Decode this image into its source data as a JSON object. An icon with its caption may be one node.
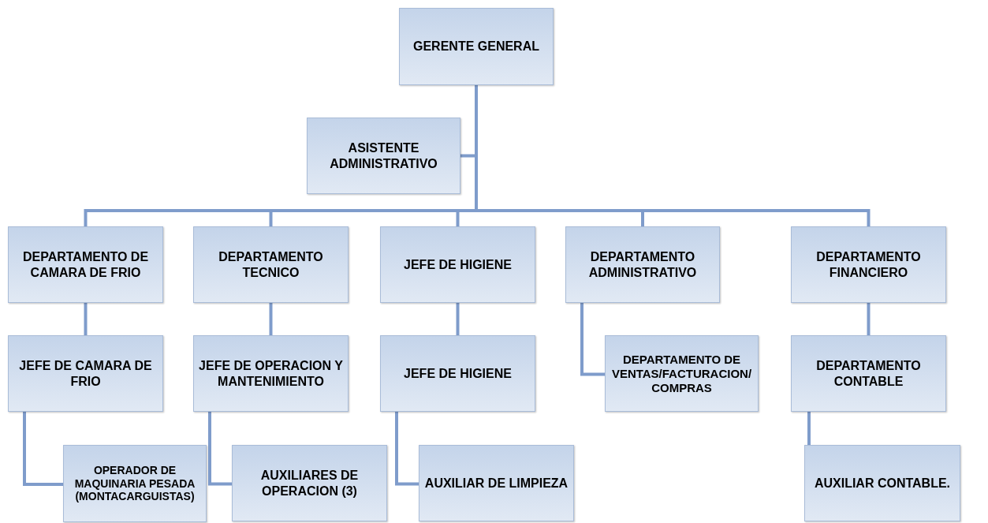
{
  "diagram": {
    "nodes": [
      {
        "text": [
          "GERENTE GENERAL"
        ]
      },
      {
        "text": [
          "ASISTENTE ADMINISTRATIVO"
        ]
      },
      {
        "text": [
          "DEPARTAMENTO DE CAMARA DE FRIO"
        ]
      },
      {
        "text": [
          "DEPARTAMENTO TECNICO"
        ]
      },
      {
        "text": [
          "JEFE DE HIGIENE"
        ]
      },
      {
        "text": [
          "DEPARTAMENTO ADMINISTRATIVO"
        ]
      },
      {
        "text": [
          "DEPARTAMENTO FINANCIERO"
        ]
      },
      {
        "text": [
          "JEFE DE CAMARA DE FRIO"
        ]
      },
      {
        "text": [
          "JEFE DE OPERACION Y MANTENIMIENTO"
        ]
      },
      {
        "text": [
          "JEFE DE HIGIENE"
        ]
      },
      {
        "text": [
          "DEPARTAMENTO DE VENTAS/FACTURACION/COMPRAS"
        ]
      },
      {
        "text": [
          "DEPARTAMENTO CONTABLE"
        ]
      },
      {
        "text": [
          "OPERADOR DE MAQUINARIA PESADA (MONTACARGUISTAS)"
        ]
      },
      {
        "text": [
          "AUXILIARES DE OPERACION (3)"
        ]
      },
      {
        "text": [
          "AUXILIAR DE LIMPIEZA"
        ]
      },
      {
        "text": [
          "AUXILIAR CONTABLE."
        ]
      }
    ],
    "edges": [
      {
        "from": 0,
        "to": 1,
        "arrow": "none"
      },
      {
        "from": 0,
        "to": 2,
        "arrow": "none"
      },
      {
        "from": 0,
        "to": 3,
        "arrow": "none"
      },
      {
        "from": 0,
        "to": 4,
        "arrow": "none"
      },
      {
        "from": 0,
        "to": 5,
        "arrow": "none"
      },
      {
        "from": 0,
        "to": 6,
        "arrow": "none"
      },
      {
        "from": 2,
        "to": 7,
        "arrow": "none"
      },
      {
        "from": 3,
        "to": 8,
        "arrow": "none"
      },
      {
        "from": 4,
        "to": 9,
        "arrow": "none"
      },
      {
        "from": 5,
        "to": 10,
        "arrow": "none"
      },
      {
        "from": 6,
        "to": 11,
        "arrow": "none"
      },
      {
        "from": 7,
        "to": 12,
        "arrow": "none"
      },
      {
        "from": 8,
        "to": 13,
        "arrow": "none"
      },
      {
        "from": 9,
        "to": 14,
        "arrow": "none"
      },
      {
        "from": 11,
        "to": 15,
        "arrow": "none"
      }
    ]
  }
}
